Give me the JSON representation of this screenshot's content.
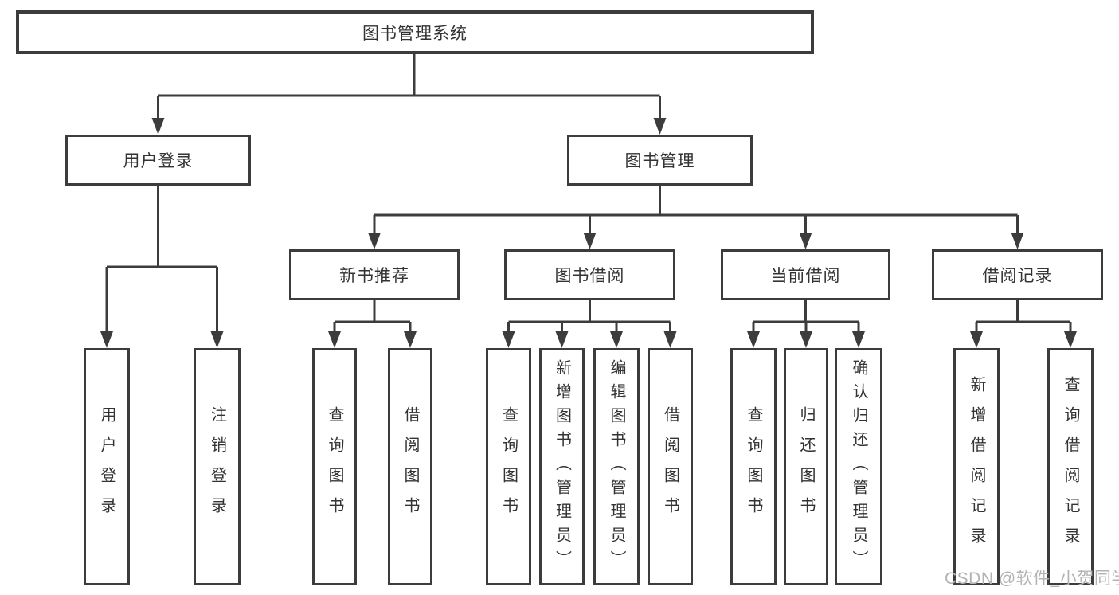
{
  "diagram": {
    "root": {
      "label": "图书管理系统"
    },
    "branches": {
      "user_login": {
        "label": "用户登录"
      },
      "book_management": {
        "label": "图书管理"
      }
    },
    "modules": {
      "new_book_recommend": {
        "label": "新书推荐"
      },
      "book_borrow": {
        "label": "图书借阅"
      },
      "current_borrow": {
        "label": "当前借阅"
      },
      "borrow_records": {
        "label": "借阅记录"
      }
    },
    "leaves": {
      "user_login": {
        "label": "用户登录"
      },
      "logout": {
        "label": "注销登录"
      },
      "nb_query_books": {
        "label": "查询图书"
      },
      "nb_borrow_books": {
        "label": "借阅图书"
      },
      "bb_query_books": {
        "label": "查询图书"
      },
      "bb_add_books": {
        "label": "新增图书（管理员）"
      },
      "bb_edit_books": {
        "label": "编辑图书（管理员）"
      },
      "bb_borrow_books": {
        "label": "借阅图书"
      },
      "cb_query_books": {
        "label": "查询图书"
      },
      "cb_return_books": {
        "label": "归还图书"
      },
      "cb_confirm_return": {
        "label": "确认归还（管理员）"
      },
      "br_add_record": {
        "label": "新增借阅记录"
      },
      "br_query_record": {
        "label": "查询借阅记录"
      }
    }
  },
  "watermark": {
    "text": "CSDN @软件_小贺同学"
  },
  "colors": {
    "line": "#3c3c3c",
    "text": "#333333",
    "background": "#ffffff",
    "watermark": "#b3b3b3"
  }
}
